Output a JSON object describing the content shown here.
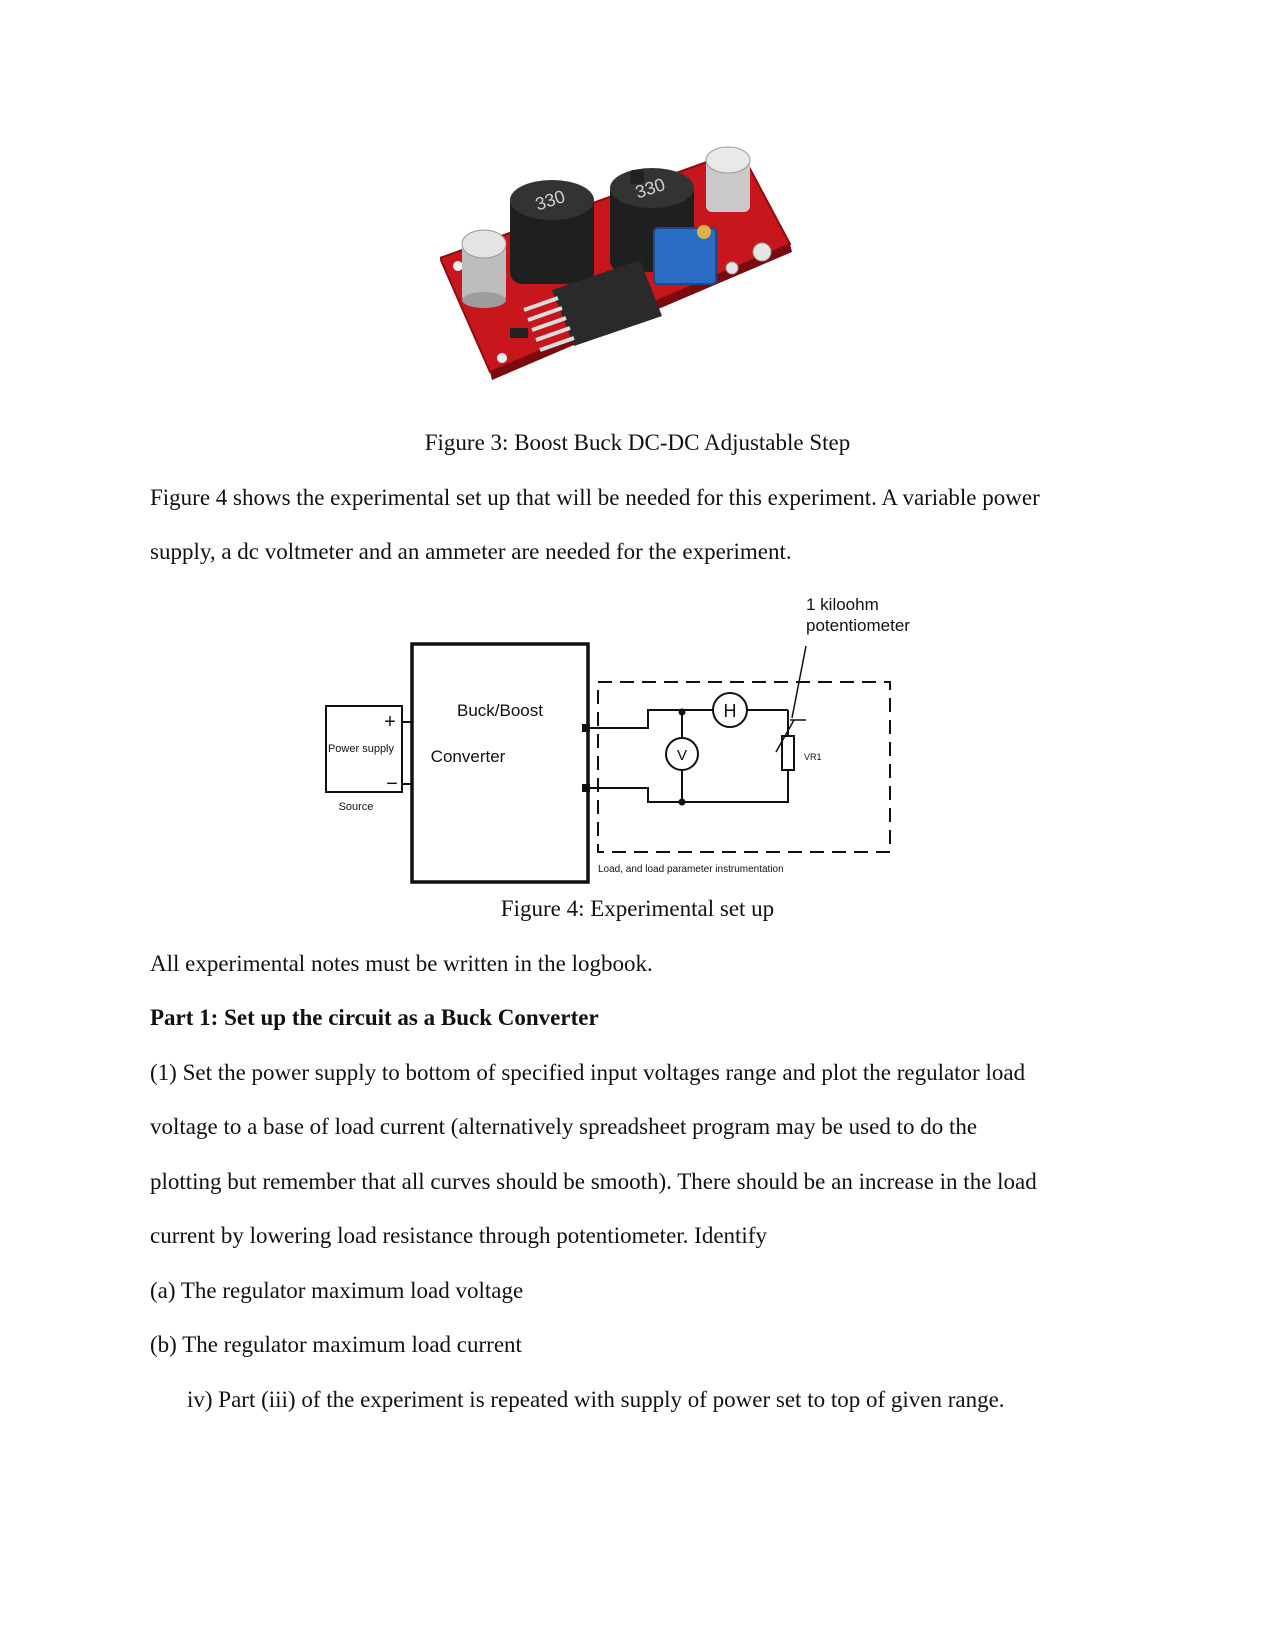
{
  "figure3": {
    "caption": "Figure 3: Boost Buck DC-DC Adjustable Step",
    "board_markings": [
      "330",
      "330"
    ]
  },
  "intro": {
    "line1": "Figure 4 shows the experimental set up that will be needed for this experiment. A variable power",
    "line2": "supply, a dc voltmeter and an ammeter are needed for the experiment."
  },
  "figure4": {
    "caption": "Figure 4: Experimental set up",
    "labels": {
      "pot_line1": "1 kiloohm",
      "pot_line2": "potentiometer",
      "converter_line1": "Buck/Boost",
      "converter_line2": "Converter",
      "power_supply": "Power supply",
      "source": "Source",
      "plus": "+",
      "minus": "−",
      "ammeter": "H",
      "voltmeter": "V",
      "vr1": "VR1",
      "load_box": "Load, and load parameter instrumentation"
    }
  },
  "logbook_note": "All experimental notes must be written in the logbook.",
  "part1": {
    "heading": "Part 1: Set up the circuit as a Buck Converter",
    "step1_lines": [
      "(1) Set the power supply to bottom of specified input voltages range and plot the regulator load",
      "voltage to a base of load current (alternatively spreadsheet program may be used to do the",
      "plotting but remember that all curves should be smooth). There should be an increase in the load",
      "current by lowering load resistance through potentiometer. Identify"
    ],
    "item_a": "(a) The regulator maximum load voltage",
    "item_b": "(b) The regulator maximum load current",
    "item_iv": "iv) Part (iii) of the experiment is repeated with supply of power set to top of given range."
  },
  "colors": {
    "pcb_red": "#c8161d",
    "inductor_black": "#2a2a2a",
    "trimmer_blue": "#2b6cc4",
    "capacitor_silver": "#d9d9d9",
    "text": "#111111"
  }
}
